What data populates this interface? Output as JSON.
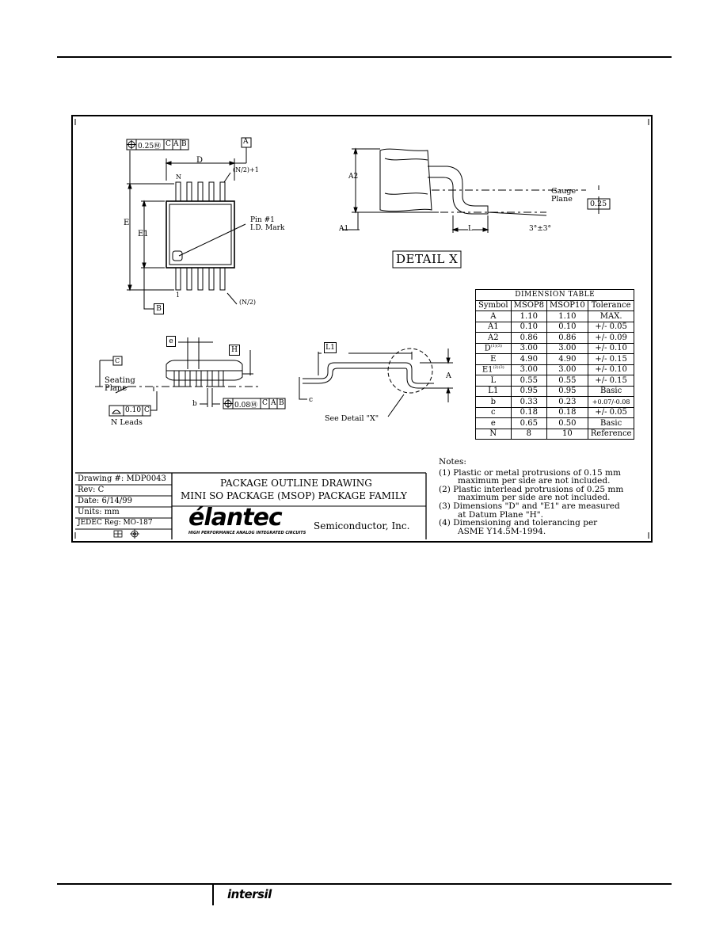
{
  "detail_views": {
    "top": {
      "tol_box": [
        "0.25Ⓜ",
        "C",
        "A",
        "B"
      ],
      "datum_a": "A",
      "datum_b": "B",
      "dim_d": "D",
      "dim_e": "E",
      "dim_e1": "E1",
      "pin_n": "N",
      "pin_n2": "(N/2)+1",
      "pin_1": "1",
      "pin_n2b": "(N/2)",
      "pin_mark": [
        "Pin #1",
        "I.D. Mark"
      ]
    },
    "detail_x": {
      "a2": "A2",
      "a1": "A1",
      "l": "L",
      "angle": "3°±3°",
      "gauge": [
        "Gauge",
        "Plane"
      ],
      "gauge_val": "0.25",
      "title": "DETAIL X"
    },
    "side": {
      "e": "e",
      "h": "H",
      "c": "C",
      "seating": [
        "Seating",
        "Plane"
      ],
      "b": "b",
      "tol2": [
        "0.08Ⓜ",
        "C",
        "A",
        "B"
      ],
      "flat": [
        "0.10",
        "C"
      ],
      "n_leads": "N Leads"
    },
    "end": {
      "l1": "L1",
      "a": "A",
      "c": "c",
      "see_detail": "See Detail \"X\""
    }
  },
  "dimension_table": {
    "caption": "DIMENSION TABLE",
    "headers": [
      "Symbol",
      "MSOP8",
      "MSOP10",
      "Tolerance"
    ],
    "rows": [
      {
        "sym": "A",
        "sup": "",
        "m8": "1.10",
        "m10": "1.10",
        "tol": "MAX."
      },
      {
        "sym": "A1",
        "sup": "",
        "m8": "0.10",
        "m10": "0.10",
        "tol": "+/- 0.05"
      },
      {
        "sym": "A2",
        "sup": "",
        "m8": "0.86",
        "m10": "0.86",
        "tol": "+/- 0.09"
      },
      {
        "sym": "D",
        "sup": "(1)(3)",
        "m8": "3.00",
        "m10": "3.00",
        "tol": "+/- 0.10"
      },
      {
        "sym": "E",
        "sup": "",
        "m8": "4.90",
        "m10": "4.90",
        "tol": "+/- 0.15"
      },
      {
        "sym": "E1",
        "sup": "(2)(3)",
        "m8": "3.00",
        "m10": "3.00",
        "tol": "+/- 0.10"
      },
      {
        "sym": "L",
        "sup": "",
        "m8": "0.55",
        "m10": "0.55",
        "tol": "+/- 0.15"
      },
      {
        "sym": "L1",
        "sup": "",
        "m8": "0.95",
        "m10": "0.95",
        "tol": "Basic"
      },
      {
        "sym": "b",
        "sup": "",
        "m8": "0.33",
        "m10": "0.23",
        "tol": "+0.07/-0.08"
      },
      {
        "sym": "c",
        "sup": "",
        "m8": "0.18",
        "m10": "0.18",
        "tol": "+/- 0.05"
      },
      {
        "sym": "e",
        "sup": "",
        "m8": "0.65",
        "m10": "0.50",
        "tol": "Basic"
      },
      {
        "sym": "N",
        "sup": "",
        "m8": "8",
        "m10": "10",
        "tol": "Reference"
      }
    ]
  },
  "title_block": {
    "drawing": "Drawing #: MDP0043",
    "rev": "Rev: C",
    "date": "Date: 6/14/99",
    "units": "Units: mm",
    "jedec": "JEDEC Reg: MO-187",
    "title1": "PACKAGE OUTLINE DRAWING",
    "title2": "MINI SO PACKAGE (MSOP) PACKAGE FAMILY",
    "logo": "élantec",
    "logo_tagline": "HIGH PERFORMANCE ANALOG INTEGRATED CIRCUITS",
    "company": "Semiconductor, Inc."
  },
  "notes": {
    "heading": "Notes:",
    "lines": [
      "(1) Plastic or metal protrusions of 0.15 mm",
      "maximum per side are not included.",
      "(2) Plastic interlead protrusions of 0.25 mm",
      "maximum per side are not included.",
      "(3) Dimensions \"D\" and \"E1\" are measured",
      "at Datum Plane \"H\".",
      "(4) Dimensioning and tolerancing per",
      "ASME Y14.5M-1994."
    ]
  },
  "footer": {
    "logo": "intersil"
  }
}
